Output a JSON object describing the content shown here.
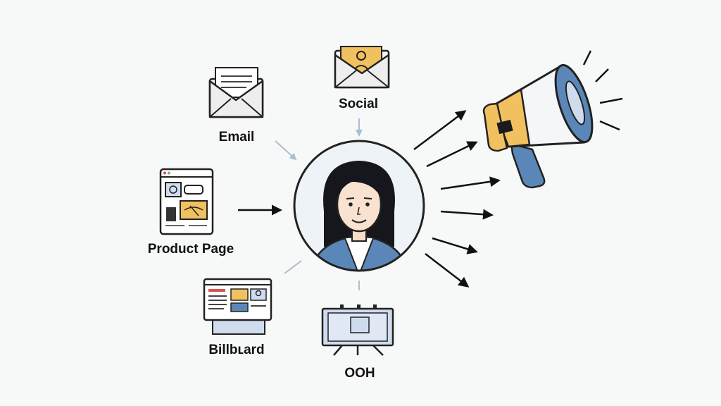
{
  "channels": {
    "email": "Email",
    "social": "Social",
    "product_page": "Product Page",
    "billboard": "Billbʟard",
    "ooh": "OOH"
  },
  "colors": {
    "background": "#f7f8f8",
    "stroke": "#222222",
    "accent_yellow": "#f2c15f",
    "accent_blue": "#5b87b8",
    "light_blue": "#cfdcee",
    "arrow_faint": "#a9bfd0"
  }
}
